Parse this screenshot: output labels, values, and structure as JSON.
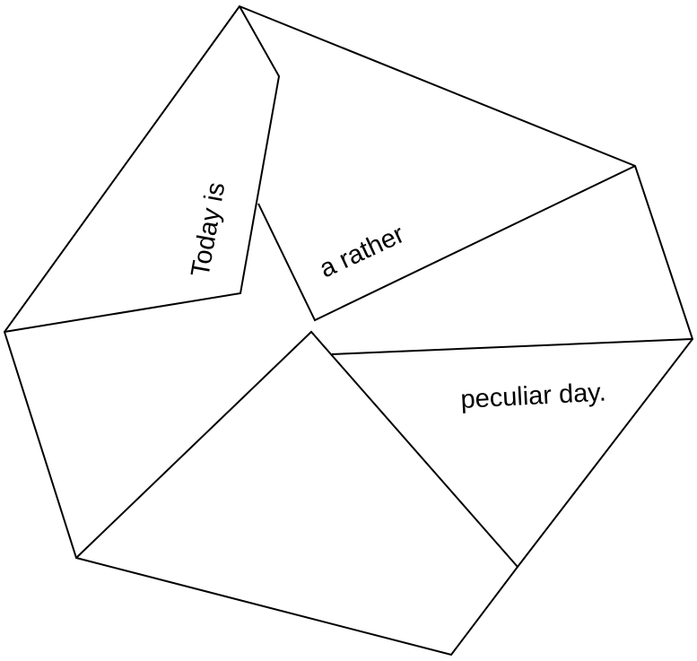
{
  "text": {
    "part1": "Today is",
    "part2": "a rather",
    "part3": "peculiar day."
  },
  "colors": {
    "background": "#ffffff",
    "stroke": "#000000",
    "text": "#000000"
  }
}
